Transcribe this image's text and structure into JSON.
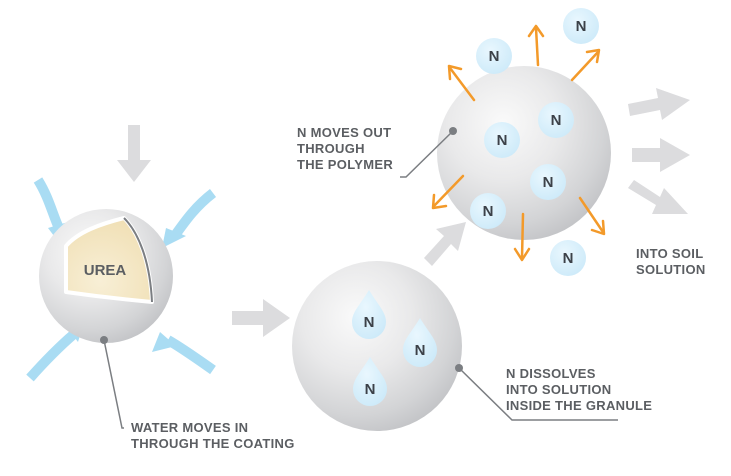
{
  "diagram": {
    "urea_label": "UREA",
    "nitrogen_symbol": "N",
    "captions": {
      "water": [
        "WATER MOVES IN",
        "THROUGH THE COATING"
      ],
      "dissolve": [
        "N DISSOLVES",
        "INTO SOLUTION",
        "INSIDE THE GRANULE"
      ],
      "release": [
        "N MOVES OUT",
        "THROUGH",
        "THE POLYMER"
      ],
      "soil": [
        "INTO SOIL",
        "SOLUTION"
      ]
    },
    "colors": {
      "water_arrow": "#a9dcf3",
      "flow_arrow": "#dcdcde",
      "release_arrow": "#f39a2a",
      "nitrogen_bubble": "#d4eefb",
      "nitrogen_text": "#3c4148",
      "urea_core": "#f5e7c4",
      "leader_line": "#7b7e82"
    }
  }
}
